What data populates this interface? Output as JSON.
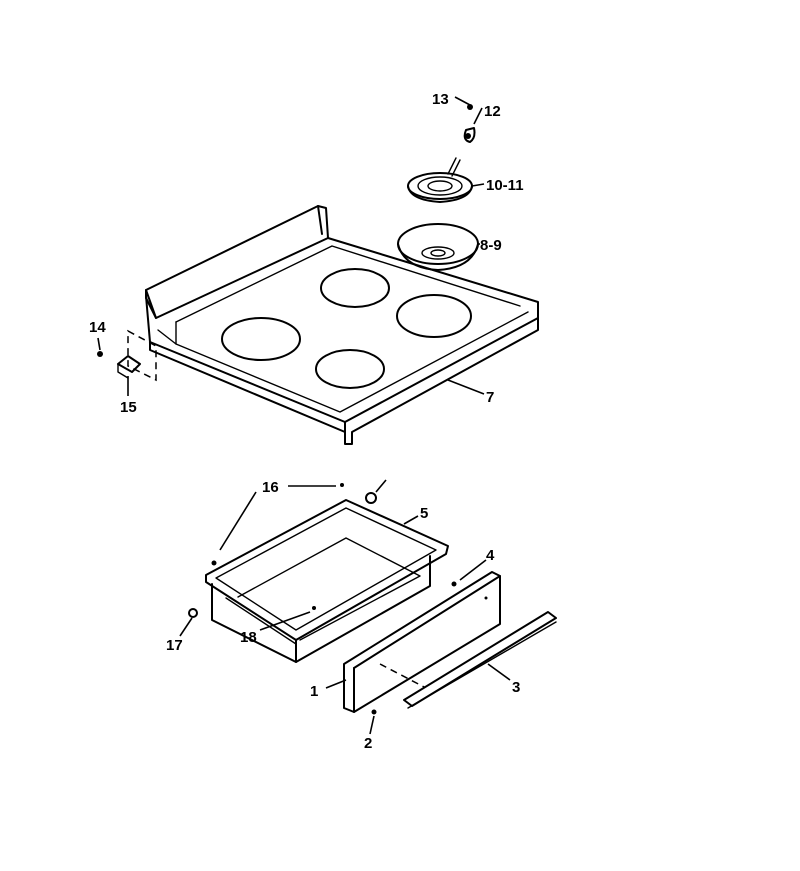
{
  "callouts": {
    "c1": "1",
    "c2": "2",
    "c3": "3",
    "c4": "4",
    "c5": "5",
    "c7": "7",
    "c8_9": "8-9",
    "c10_11": "10-11",
    "c12": "12",
    "c13": "13",
    "c14": "14",
    "c15": "15",
    "c16": "16",
    "c17": "17",
    "c18": "18"
  }
}
